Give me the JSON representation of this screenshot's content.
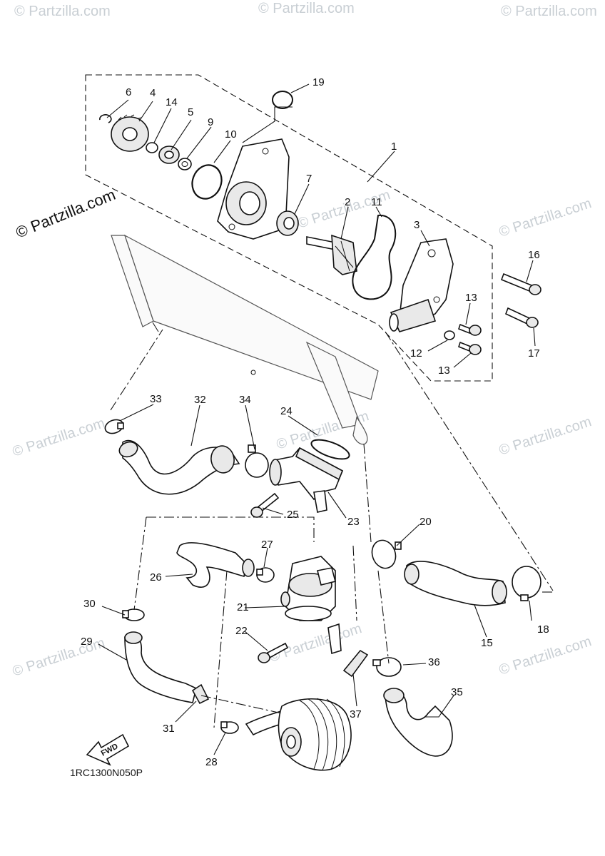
{
  "watermark": {
    "text": "© Partzilla.com",
    "prominent_text": "© Partzilla.com"
  },
  "diagram_code": "1RC1300N050P",
  "fwd_label": "FWD",
  "callouts": [
    "1",
    "2",
    "3",
    "4",
    "5",
    "6",
    "7",
    "9",
    "10",
    "11",
    "12",
    "13",
    "13",
    "14",
    "15",
    "16",
    "17",
    "18",
    "19",
    "20",
    "21",
    "22",
    "23",
    "24",
    "25",
    "26",
    "27",
    "28",
    "29",
    "30",
    "31",
    "32",
    "33",
    "34",
    "35",
    "36",
    "37"
  ]
}
